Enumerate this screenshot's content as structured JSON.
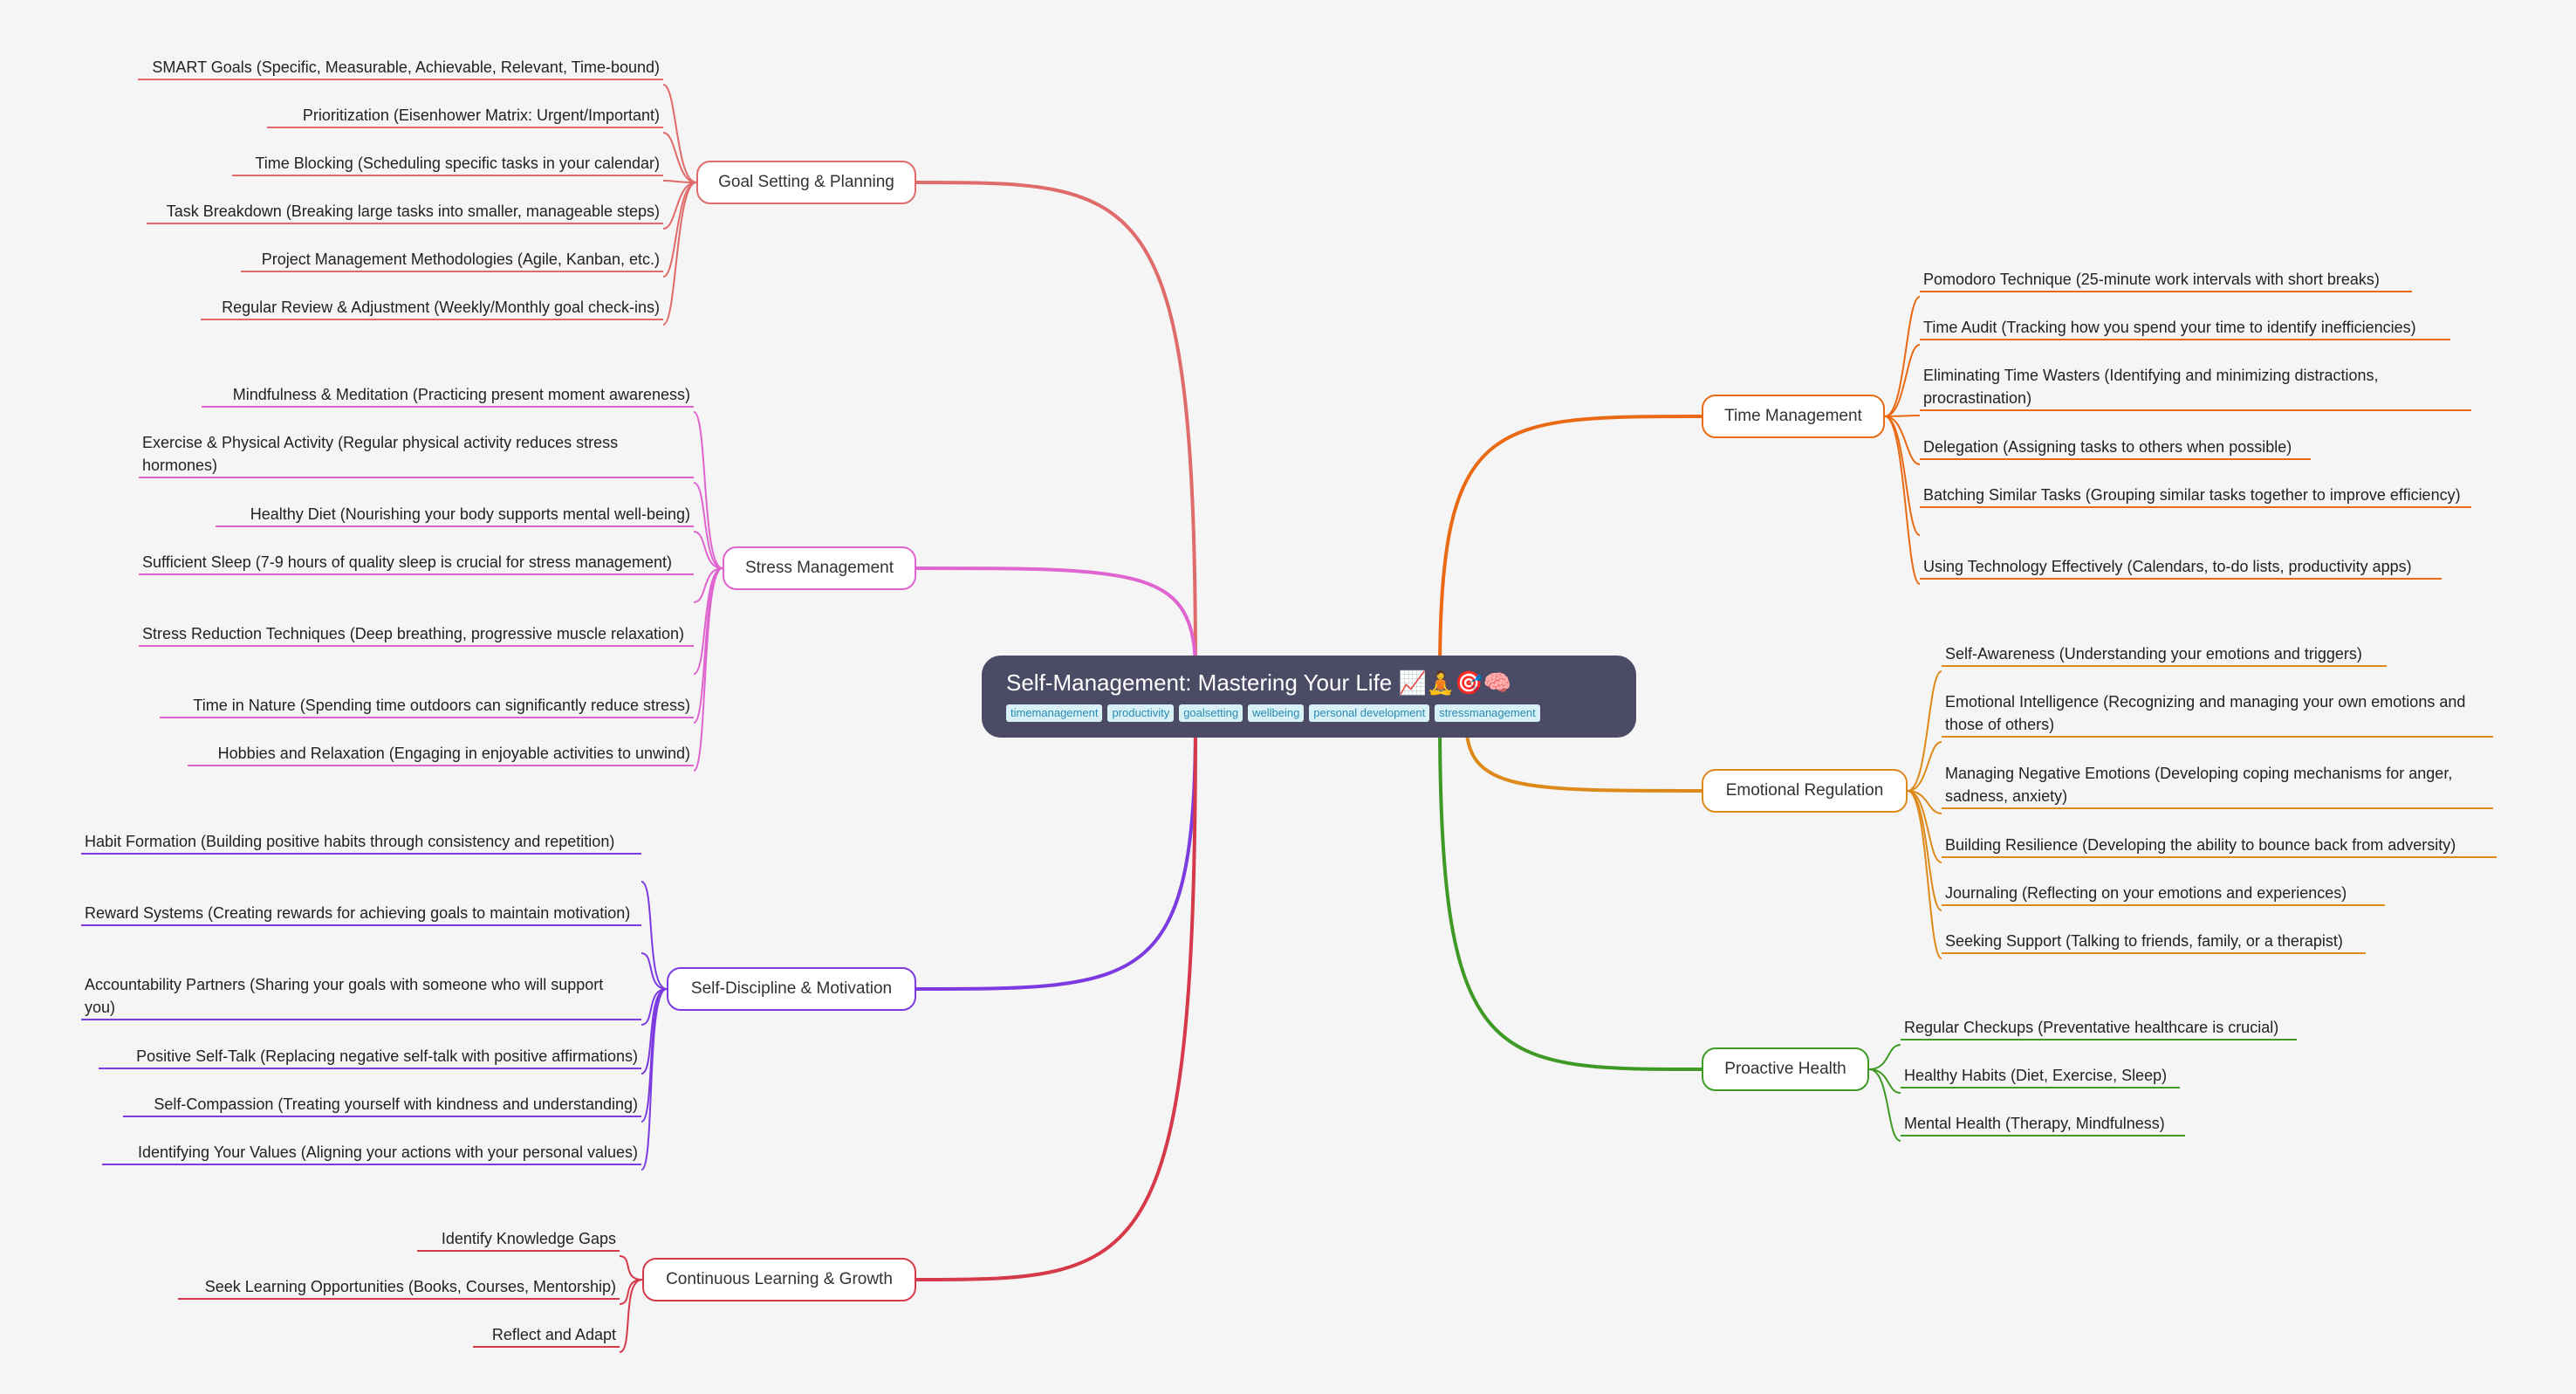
{
  "root": {
    "title": "Self-Management: Mastering Your Life 📈🧘🎯🧠",
    "tags": [
      "timemanagement",
      "productivity",
      "goalsetting",
      "wellbeing",
      "personal development",
      "stressmanagement"
    ]
  },
  "branches": [
    {
      "key": "goal",
      "label": "Goal Setting & Planning",
      "color": "#e06b6b",
      "side": "left",
      "leaves": [
        "SMART Goals (Specific, Measurable, Achievable, Relevant, Time-bound)",
        "Prioritization (Eisenhower Matrix: Urgent/Important)",
        "Time Blocking (Scheduling specific tasks in your calendar)",
        "Task Breakdown (Breaking large tasks into smaller, manageable steps)",
        "Project Management Methodologies (Agile, Kanban, etc.)",
        "Regular Review & Adjustment (Weekly/Monthly goal check-ins)"
      ]
    },
    {
      "key": "stress",
      "label": "Stress Management",
      "color": "#e064d0",
      "side": "left",
      "leaves": [
        "Mindfulness & Meditation (Practicing present moment awareness)",
        "Exercise & Physical Activity (Regular physical activity reduces stress hormones)",
        "Healthy Diet (Nourishing your body supports mental well-being)",
        "Sufficient Sleep (7-9 hours of quality sleep is crucial for stress management)",
        "Stress Reduction Techniques (Deep breathing, progressive muscle relaxation)",
        "Time in Nature (Spending time outdoors can significantly reduce stress)",
        "Hobbies and Relaxation (Engaging in enjoyable activities to unwind)"
      ]
    },
    {
      "key": "discipline",
      "label": "Self-Discipline & Motivation",
      "color": "#7b3be0",
      "side": "left",
      "leaves": [
        "Habit Formation (Building positive habits through consistency and repetition)",
        "Reward Systems (Creating rewards for achieving goals to maintain motivation)",
        "Accountability Partners (Sharing your goals with someone who will support you)",
        "Positive Self-Talk (Replacing negative self-talk with positive affirmations)",
        "Self-Compassion (Treating yourself with kindness and understanding)",
        "Identifying Your Values (Aligning your actions with your personal values)"
      ]
    },
    {
      "key": "learning",
      "label": "Continuous Learning & Growth",
      "color": "#d63a4a",
      "side": "left",
      "leaves": [
        "Identify Knowledge Gaps",
        "Seek Learning Opportunities (Books, Courses, Mentorship)",
        "Reflect and Adapt"
      ]
    },
    {
      "key": "time",
      "label": "Time Management",
      "color": "#ea6a14",
      "side": "right",
      "leaves": [
        "Pomodoro Technique (25-minute work intervals with short breaks)",
        "Time Audit (Tracking how you spend your time to identify inefficiencies)",
        "Eliminating Time Wasters (Identifying and minimizing distractions, procrastination)",
        "Delegation (Assigning tasks to others when possible)",
        "Batching Similar Tasks (Grouping similar tasks together to improve efficiency)",
        "Using Technology Effectively (Calendars, to-do lists, productivity apps)"
      ]
    },
    {
      "key": "emotion",
      "label": "Emotional Regulation",
      "color": "#de8a1a",
      "side": "right",
      "leaves": [
        "Self-Awareness (Understanding your emotions and triggers)",
        "Emotional Intelligence (Recognizing and managing your own emotions and those of others)",
        "Managing Negative Emotions (Developing coping mechanisms for anger, sadness, anxiety)",
        "Building Resilience (Developing the ability to bounce back from adversity)",
        "Journaling (Reflecting on your emotions and experiences)",
        "Seeking Support (Talking to friends, family, or a therapist)"
      ]
    },
    {
      "key": "health",
      "label": "Proactive Health",
      "color": "#3f9a25",
      "side": "right",
      "leaves": [
        "Regular Checkups (Preventative healthcare is crucial)",
        "Healthy Habits (Diet, Exercise, Sleep)",
        "Mental Health (Therapy, Mindfulness)"
      ]
    }
  ]
}
